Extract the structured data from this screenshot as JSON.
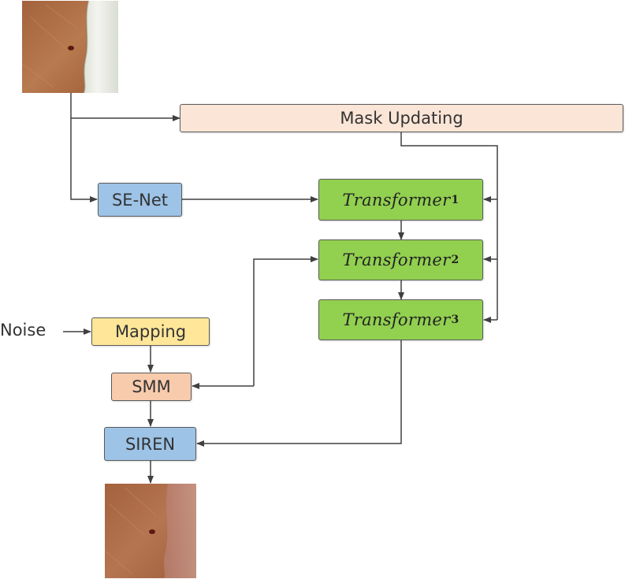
{
  "diagram": {
    "nodes": {
      "mask_updating": "Mask Updating",
      "se_net": "SE-Net",
      "transformer_1": {
        "name": "Transformer",
        "sub": "1"
      },
      "transformer_2": {
        "name": "Transformer",
        "sub": "2"
      },
      "transformer_3": {
        "name": "Transformer",
        "sub": "3"
      },
      "noise": "Noise",
      "mapping": "Mapping",
      "smm": "SMM",
      "siren": "SIREN"
    },
    "images": {
      "input": "masked-skin-patch",
      "output": "restored-skin-patch"
    },
    "colors": {
      "mask_updating": "#fbe5d6",
      "se_net": "#9dc3e6",
      "transformer": "#92d050",
      "mapping": "#ffe699",
      "smm": "#f8cbad",
      "siren": "#9dc3e6",
      "wire": "#404040"
    }
  }
}
